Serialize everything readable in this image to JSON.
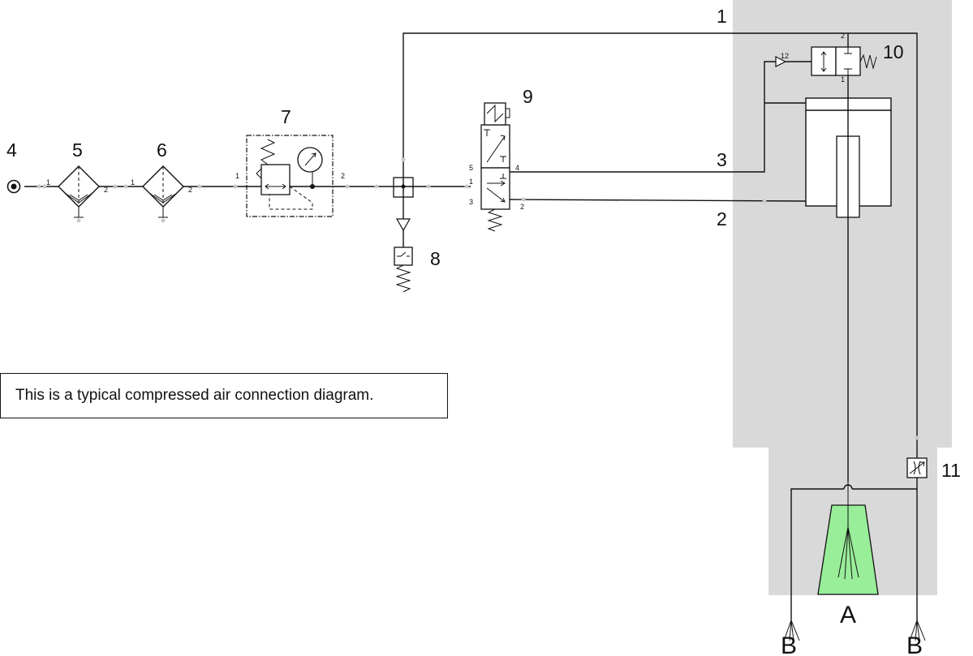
{
  "labels": {
    "n4": "4",
    "n5": "5",
    "n6": "6",
    "n7": "7",
    "n8": "8",
    "n9": "9",
    "n10": "10",
    "n11": "11",
    "n1": "1",
    "n2": "2",
    "n3": "3",
    "a": "A",
    "b_left": "B",
    "b_right": "B"
  },
  "ports": {
    "f5_in": "1",
    "f5_out": "2",
    "f6_in": "1",
    "f6_out": "2",
    "reg_in": "1",
    "reg_out": "2",
    "v9_p5": "5",
    "v9_p4": "4",
    "v9_p1": "1",
    "v9_p3": "3",
    "v9_p2": "2",
    "v10_p12": "12",
    "v10_p2": "2",
    "v10_p1": "1"
  },
  "note": "This is a typical compressed air connection diagram.",
  "colors": {
    "shaded": "#d9d9d9",
    "nozzle": "#99ee99",
    "line": "#111111"
  }
}
